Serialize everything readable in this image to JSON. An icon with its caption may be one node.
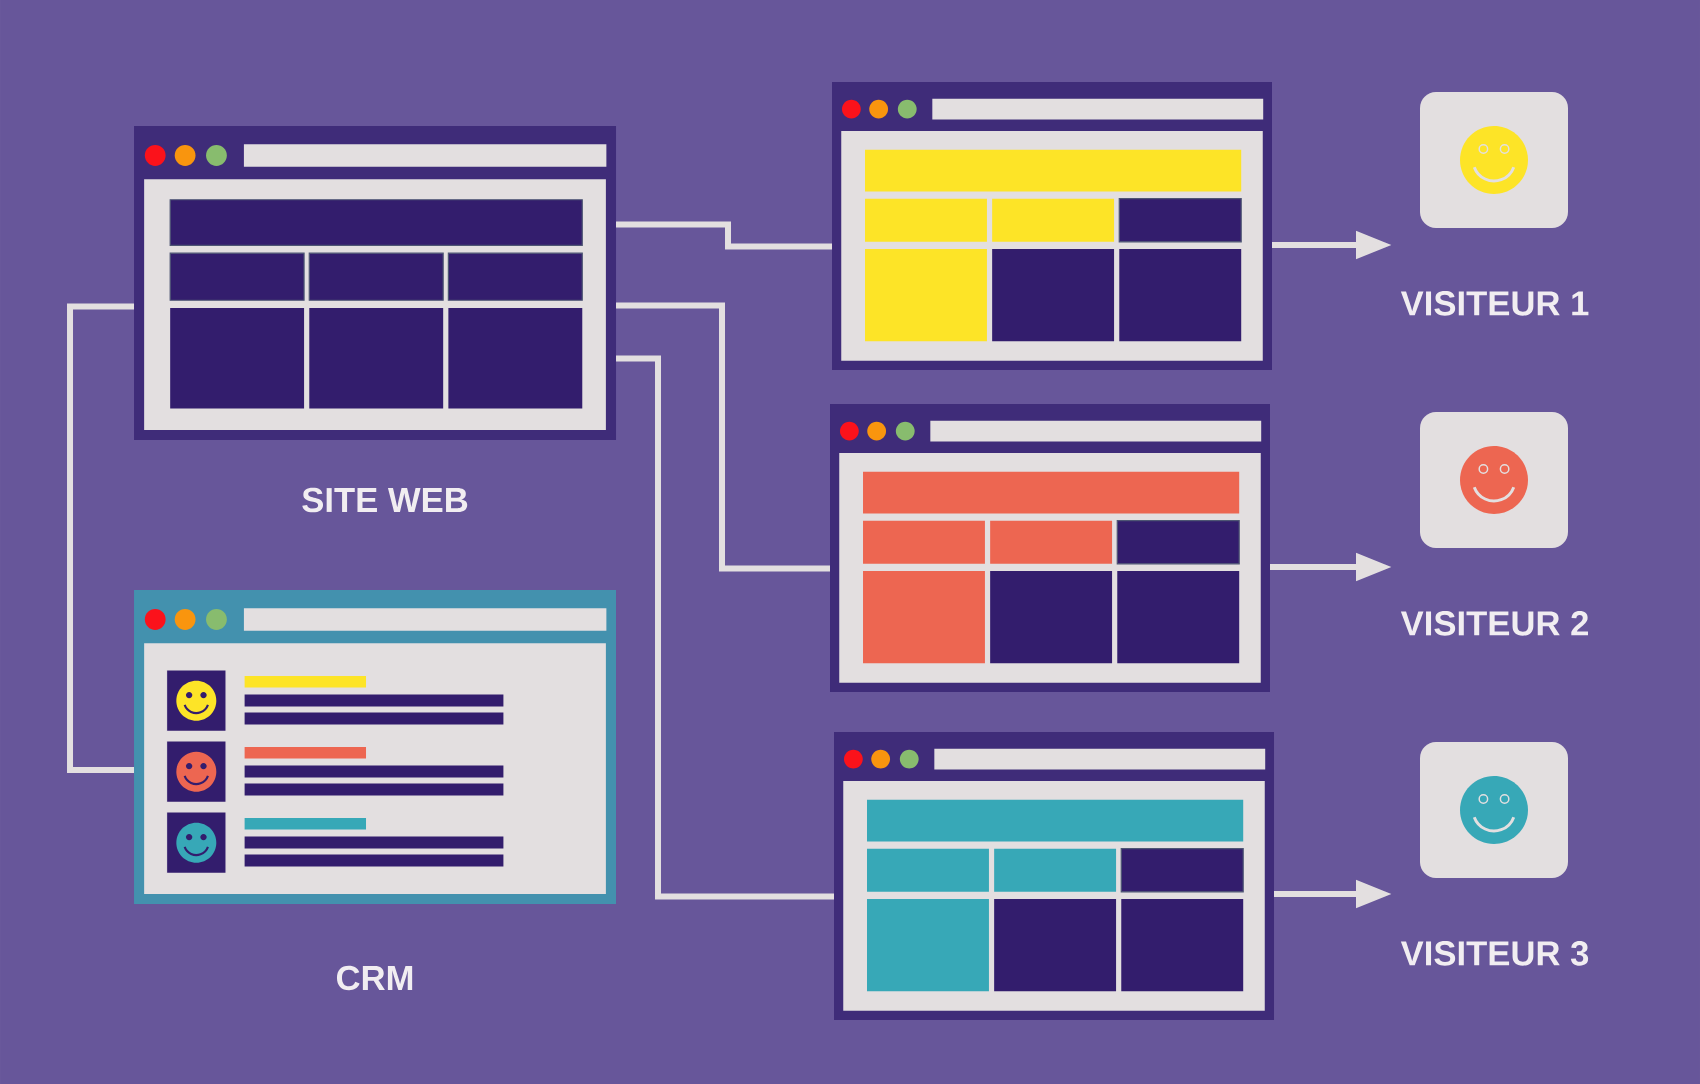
{
  "diagram": {
    "nodes": [
      {
        "text": [
          "SITE WEB"
        ]
      },
      {
        "text": [
          "CRM"
        ]
      },
      {
        "text": [],
        "shape": "picture"
      },
      {
        "text": [],
        "shape": "picture"
      },
      {
        "text": [],
        "shape": "picture"
      },
      {
        "text": [
          "VISITEUR 1"
        ]
      },
      {
        "text": [
          "VISITEUR 2"
        ]
      },
      {
        "text": [
          "VISITEUR 3"
        ]
      }
    ],
    "edges": [
      {
        "from": 0,
        "to": 2,
        "arrow": "none"
      },
      {
        "from": 0,
        "to": 3,
        "arrow": "none"
      },
      {
        "from": 0,
        "to": 4,
        "arrow": "none"
      },
      {
        "from": 0,
        "to": 1,
        "arrow": "none"
      },
      {
        "from": 2,
        "to": 5,
        "arrow": "to"
      },
      {
        "from": 3,
        "to": 6,
        "arrow": "to"
      },
      {
        "from": 4,
        "to": 7,
        "arrow": "to"
      }
    ]
  }
}
